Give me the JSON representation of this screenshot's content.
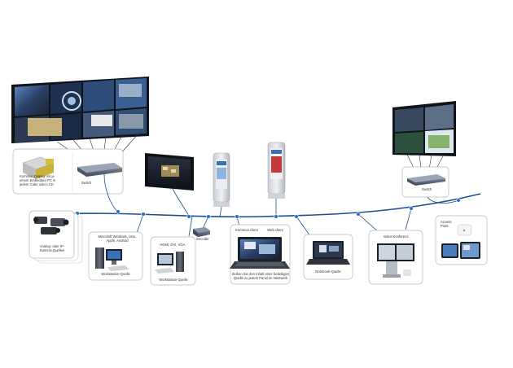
{
  "colors": {
    "backbone": "#1c4f8f",
    "node": "#2f73c4",
    "card_border": "#b9b9b9",
    "screen_dark": "#1b2230",
    "screen_blue": "#3b6fb3",
    "switch_body": "#4d5a6b"
  },
  "labels": {
    "kommunikation_display": "Kommun.Display mit je\neinem Embedded PC in\njedem Cube oder LCD",
    "switch_left": "Switch",
    "switch_right": "Switch",
    "analog_ip_cameras": "Analog- oder IP-\nKamera-Quellen",
    "workstation_left_os": "Microsoft Windows, Unix,\nApple, Android",
    "workstation_left": "Workstation-Quelle",
    "hdmi_dvi_vga": "HDMI, DVI, VGA",
    "encoder": "Encoder",
    "workstation_mid": "Workstation-Quelle",
    "kommunikation_client": "Kommun.client",
    "web_client": "Web client",
    "laptop_caption": "Zeihen Sie den Inhalt einer beliebigen\nQuelle zu jedem Panel im Netzwerk",
    "notebook": "Notebook-Quelle",
    "video_konferenz": "Video-Konferenz",
    "access_point": "Access\nPoint"
  },
  "icons": [
    "video-wall-left-icon",
    "video-wall-right-icon",
    "network-switch-icon",
    "display-cube-icon",
    "ip-camera-icon",
    "workstation-tower-icon",
    "encoder-icon",
    "kiosk-display-icon",
    "laptop-icon",
    "notebook-icon",
    "video-conference-icon",
    "access-point-icon",
    "tablet-icon",
    "flat-panel-display-icon"
  ]
}
